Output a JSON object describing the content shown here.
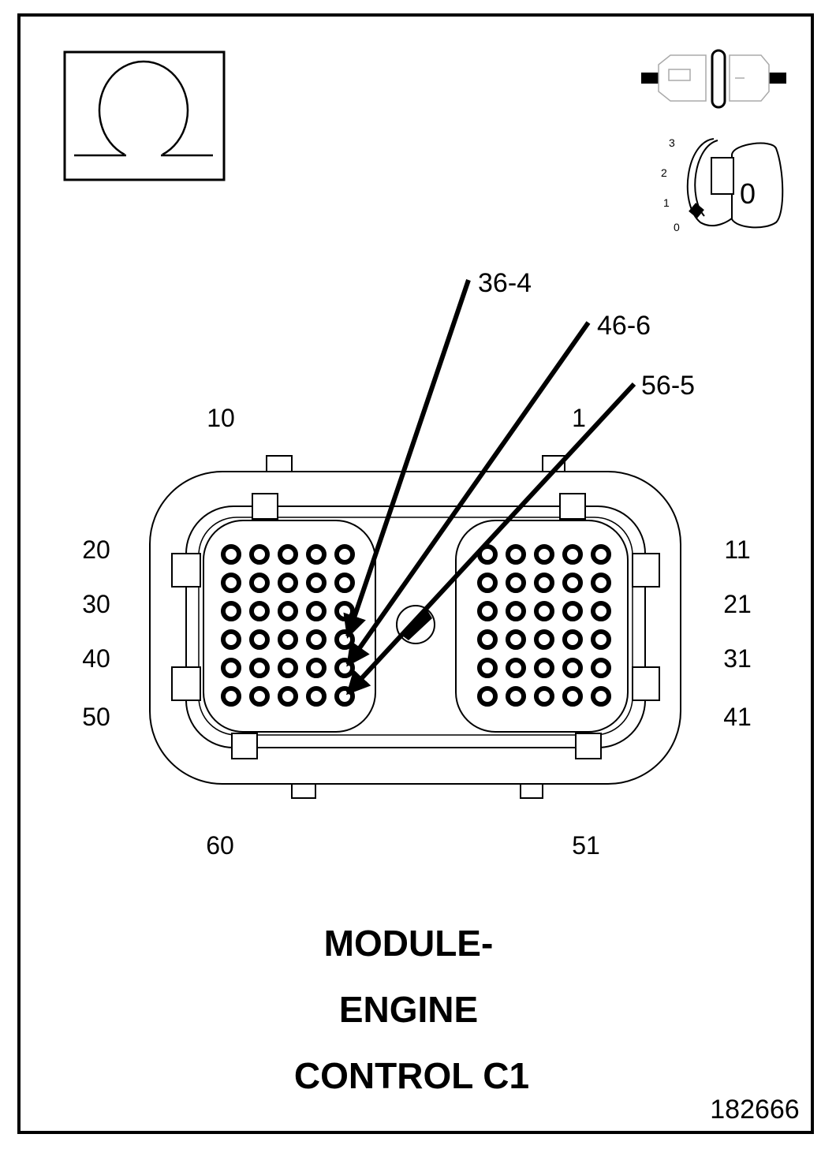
{
  "symbols": {
    "ohm_icon": "ohm-resistance-icon",
    "connector_icon": "disconnected-connector-icon",
    "ignition_icon": "ignition-key-icon",
    "ignition_positions": [
      "3",
      "2",
      "1",
      "0"
    ],
    "ignition_key_value": "0"
  },
  "wires": [
    {
      "label": "36-4",
      "pin": 36
    },
    {
      "label": "46-6",
      "pin": 46
    },
    {
      "label": "56-5",
      "pin": 56
    }
  ],
  "pin_labels": {
    "top_left": "10",
    "top_right": "1",
    "left": [
      "20",
      "30",
      "40",
      "50"
    ],
    "right": [
      "11",
      "21",
      "31",
      "41"
    ],
    "bottom_left": "60",
    "bottom_right": "51"
  },
  "connector": {
    "rows": 6,
    "cols_per_block": 5
  },
  "title": {
    "line1": "MODULE-",
    "line2": "ENGINE",
    "line3": "CONTROL C1"
  },
  "figure_number": "182666"
}
